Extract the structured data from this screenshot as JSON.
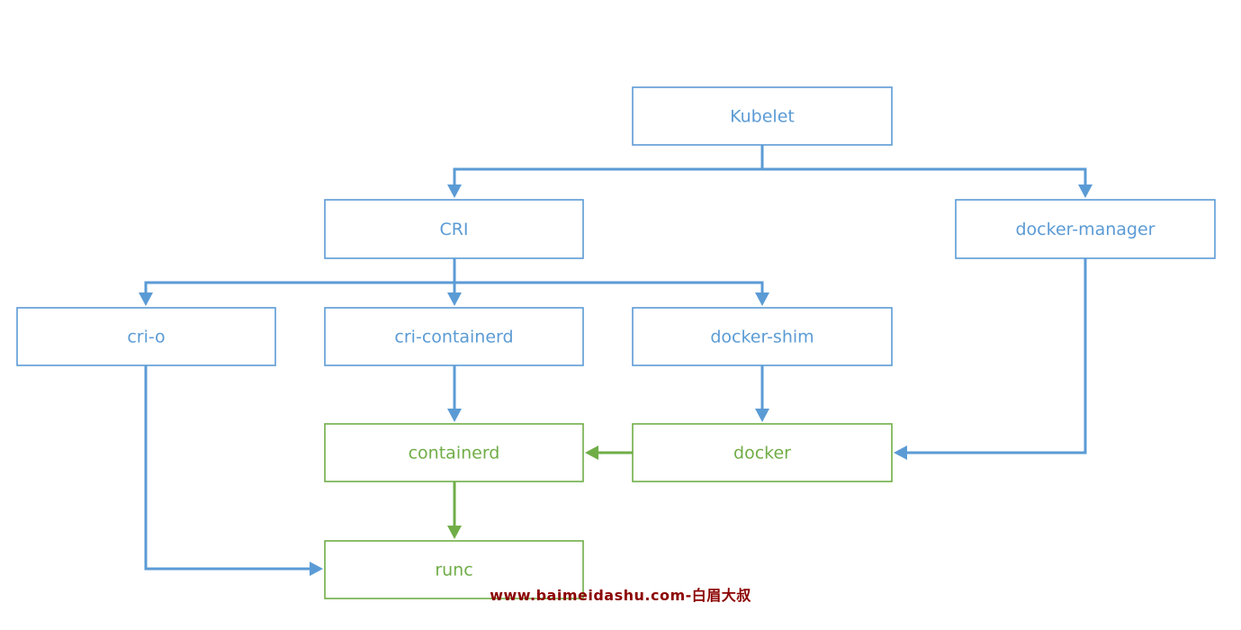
{
  "colors": {
    "blue": "#5b9bd5",
    "blue_text": "#5b9bd5",
    "green": "#70ad47",
    "green_text": "#70ad47",
    "watermark": "#8b0000"
  },
  "nodes": [
    {
      "id": "kubelet",
      "label": "Kubelet",
      "color": "blue"
    },
    {
      "id": "cri",
      "label": "CRI",
      "color": "blue"
    },
    {
      "id": "docker-manager",
      "label": "docker-manager",
      "color": "blue"
    },
    {
      "id": "cri-o",
      "label": "cri-o",
      "color": "blue"
    },
    {
      "id": "cri-containerd",
      "label": "cri-containerd",
      "color": "blue"
    },
    {
      "id": "docker-shim",
      "label": "docker-shim",
      "color": "blue"
    },
    {
      "id": "containerd",
      "label": "containerd",
      "color": "green"
    },
    {
      "id": "docker",
      "label": "docker",
      "color": "green"
    },
    {
      "id": "runc",
      "label": "runc",
      "color": "green"
    }
  ],
  "edges": [
    {
      "from": "kubelet",
      "to": "cri",
      "color": "blue"
    },
    {
      "from": "kubelet",
      "to": "docker-manager",
      "color": "blue"
    },
    {
      "from": "cri",
      "to": "cri-o",
      "color": "blue"
    },
    {
      "from": "cri",
      "to": "cri-containerd",
      "color": "blue"
    },
    {
      "from": "cri",
      "to": "docker-shim",
      "color": "blue"
    },
    {
      "from": "cri-containerd",
      "to": "containerd",
      "color": "blue"
    },
    {
      "from": "docker-shim",
      "to": "docker",
      "color": "blue"
    },
    {
      "from": "docker-manager",
      "to": "docker",
      "color": "blue"
    },
    {
      "from": "docker",
      "to": "containerd",
      "color": "green"
    },
    {
      "from": "containerd",
      "to": "runc",
      "color": "green"
    },
    {
      "from": "cri-o",
      "to": "runc",
      "color": "blue"
    }
  ],
  "watermark": "www.baimeidashu.com-白眉大叔"
}
